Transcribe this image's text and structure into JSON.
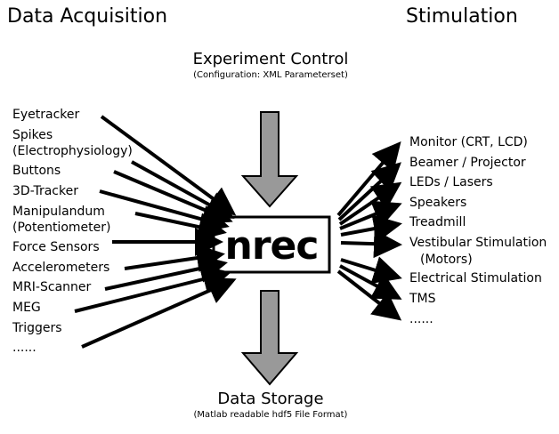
{
  "headers": {
    "data_acquisition": "Data Acquisition",
    "stimulation": "Stimulation"
  },
  "control": {
    "title": "Experiment Control",
    "subtitle": "(Configuration: XML Parameterset)"
  },
  "storage": {
    "title": "Data Storage",
    "subtitle": "(Matlab readable hdf5 File Format)"
  },
  "logo_text": "nrec",
  "inputs": [
    "Eyetracker",
    "Spikes",
    "(Electrophysiology)",
    "Buttons",
    "3D-Tracker",
    "Manipulandum",
    "(Potentiometer)",
    "Force Sensors",
    "Accelerometers",
    "MRI-Scanner",
    "MEG",
    "Triggers",
    "......"
  ],
  "outputs": [
    "Monitor (CRT, LCD)",
    "Beamer / Projector",
    "LEDs / Lasers",
    "Speakers",
    "Treadmill",
    "Vestibular Stimulation",
    "(Motors)",
    "Electrical Stimulation",
    "TMS",
    "......"
  ],
  "colors": {
    "background": "#ffffff",
    "arrows": "#000000",
    "big_arrows": "#999999",
    "logo_box": "#000000"
  }
}
